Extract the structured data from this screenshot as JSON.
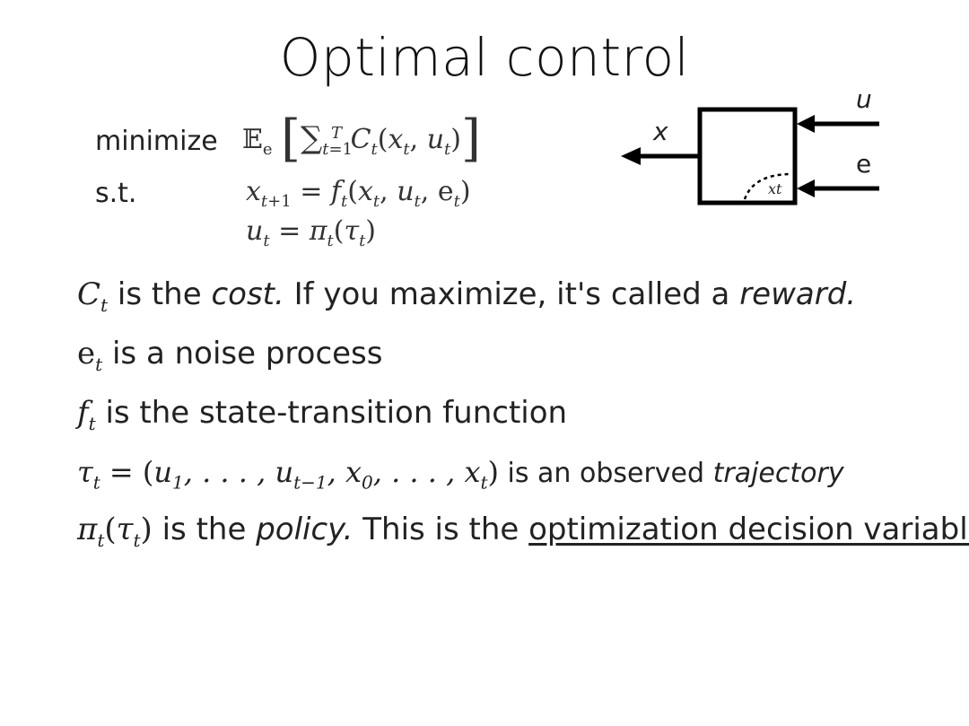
{
  "title": "Optimal control",
  "problem": {
    "minimize_label": "minimize",
    "objective": "𝔼e [ ∑t=1..T Ct(xt, ut) ]",
    "st_label": "s.t.",
    "constraint_dynamics": "xt+1 = ft(xt, ut, et)",
    "constraint_policy": "ut = πt(τt)"
  },
  "diagram": {
    "x_label": "x",
    "u_label": "u",
    "e_label": "e",
    "state_label": "xt"
  },
  "definitions": [
    {
      "math": "Ct",
      "text_a": " is the ",
      "em_a": "cost.",
      "text_b": "  If you maximize, it's called a ",
      "em_b": "reward."
    },
    {
      "math": "et",
      "text_a": " is a noise process"
    },
    {
      "math": "ft",
      "text_a": " is the state-transition function"
    },
    {
      "math": "τt = (u1, . . . , ut−1, x0, . . . , xt)",
      "text_a": "  is an observed ",
      "em_a": "trajectory"
    },
    {
      "math": "πt(τt)",
      "text_a": " is the ",
      "em_a": "policy.",
      "text_b": " This is the ",
      "underline": "optimization decision variable",
      "text_c": "."
    }
  ]
}
